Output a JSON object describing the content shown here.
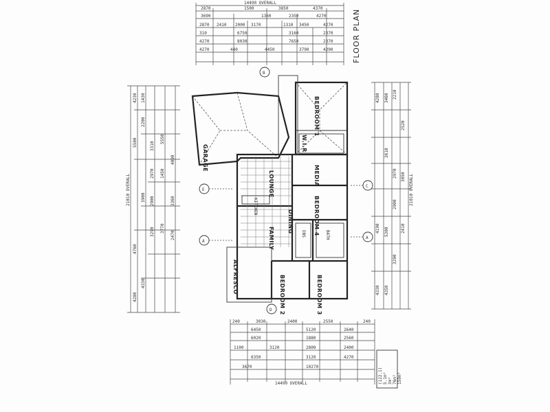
{
  "plan": {
    "title": "FLOOR PLAN",
    "rooms": {
      "garage": "GARAGE",
      "bedroom1": "BEDROOM 1",
      "wir": "W.I.R",
      "media": "MEDIA",
      "bedroom4": "BEDROOM 4",
      "lounge": "LOUNGE",
      "dining": "DINING",
      "family": "FAMILY",
      "alfresco": "ALFRESCO",
      "bedroom2": "BEDROOM 2",
      "bedroom3": "BEDROOM 3",
      "ens": "ENS",
      "bath": "BATH",
      "kitchen": "KITCHEN"
    },
    "grid_markers": [
      "A",
      "B",
      "C",
      "D",
      "E"
    ],
    "overall_top": "14490 OVERALL",
    "overall_bottom": "14490 OVERALL",
    "overall_right": "21010 OVERALL",
    "overall_left": "21010 OVERALL",
    "area_block": [
      "(122.1)",
      "5.1m²",
      "3m²",
      "76m²",
      "159m²"
    ],
    "top_dims": {
      "row1": [
        "2870",
        "1500",
        "3850",
        "4370"
      ],
      "row2": [
        "3690",
        "1360",
        "2350",
        "4270"
      ],
      "row3": [
        "2870",
        "2410",
        "2000",
        "3170",
        "1310",
        "3450",
        "4270"
      ],
      "row4": [
        "310",
        "6750",
        "3160",
        "2370"
      ],
      "row5": [
        "4270",
        "8030",
        "7650",
        "2370"
      ],
      "row6": [
        "4270",
        "440",
        "4450",
        "3790",
        "4290"
      ]
    },
    "bottom_dims": {
      "row1": [
        "240",
        "3030",
        "2400",
        "2550",
        "240"
      ],
      "row2": [
        "6450",
        "5120",
        "2640"
      ],
      "row3": [
        "6020",
        "1880",
        "2560"
      ],
      "row4": [
        "1100",
        "3120",
        "2800",
        "2400"
      ],
      "row5": [
        "6350",
        "3120",
        "4270"
      ],
      "row6": [
        "3670",
        "10270"
      ]
    },
    "left_dims": [
      "4230",
      "5500",
      "1430",
      "2200",
      "3310",
      "2970",
      "3900",
      "2900",
      "4760",
      "3770",
      "3290",
      "1450",
      "5550",
      "4090",
      "3360",
      "2470",
      "4330",
      "4280"
    ],
    "right_dims": [
      "4280",
      "3460",
      "2210",
      "2520",
      "3610",
      "2970",
      "3050",
      "2900",
      "4190",
      "5300",
      "2410",
      "3290",
      "4350",
      "4330"
    ]
  }
}
